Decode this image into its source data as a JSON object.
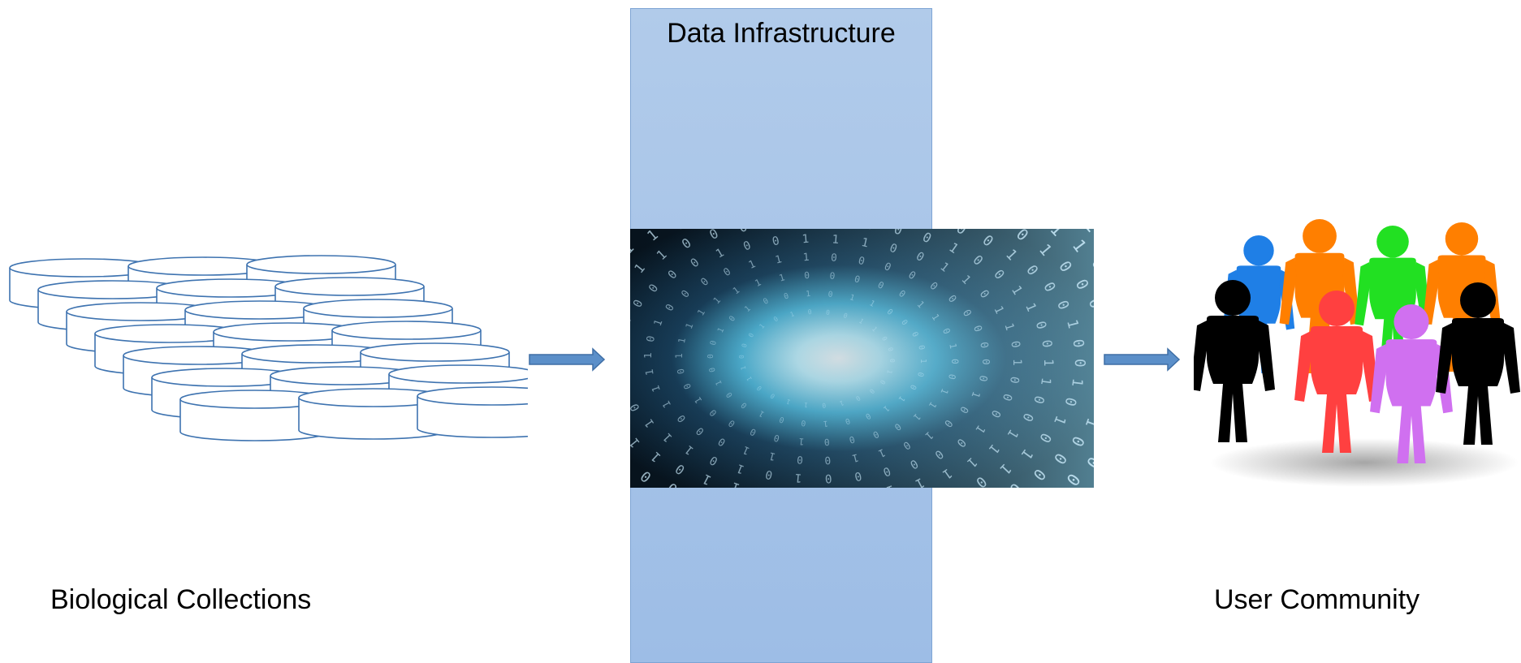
{
  "diagram": {
    "infrastructure": {
      "title": "Data Infrastructure"
    },
    "left_node": {
      "label": "Biological Collections",
      "icon": "database-stack-icon"
    },
    "right_node": {
      "label": "User Community",
      "icon": "people-group-icon"
    },
    "center_image": {
      "icon": "binary-data-tunnel-image"
    },
    "arrows": [
      {
        "from": "Biological Collections",
        "to": "Data Infrastructure"
      },
      {
        "from": "Data Infrastructure",
        "to": "User Community"
      }
    ],
    "colors": {
      "band": "#a8c5e8",
      "arrow": "#5b8fc9",
      "tunnel_dark": "#0b1e2e",
      "tunnel_light": "#bff2ff",
      "people": [
        "#1f7fe6",
        "#ff7f00",
        "#22e022",
        "#ff7f00",
        "#000000",
        "#ff4040",
        "#d070f0",
        "#000000"
      ]
    }
  }
}
